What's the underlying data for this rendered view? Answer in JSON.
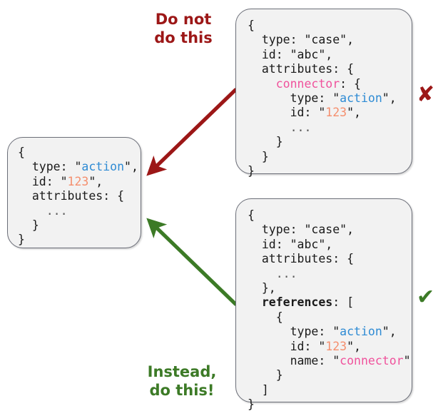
{
  "diagram": {
    "title_bad": "Do not\ndo this",
    "title_good": "Instead,\ndo this!",
    "mark_bad": "✘",
    "mark_good": "✔",
    "colors": {
      "bad": "#9c1717",
      "good": "#3c7a26",
      "box_fill": "#f2f2f2",
      "box_border": "#6b6e78",
      "string_blue": "#2e8bd4",
      "string_orange": "#f58f6e",
      "key_pink": "#f0529c",
      "text": "#1a1a1a"
    }
  },
  "boxes": {
    "target": {
      "name": "action-object",
      "lines": [
        "{",
        "  type: \"action\",",
        "  id: \"123\",",
        "  attributes: {",
        "    ...",
        "  }",
        "}"
      ]
    },
    "bad_example": {
      "name": "case-object-nested-connector",
      "lines": [
        "{",
        "  type: \"case\",",
        "  id: \"abc\",",
        "  attributes: {",
        "    connector: {",
        "      type: \"action\",",
        "      id: \"123\",",
        "      ...",
        "    }",
        "  }",
        "}"
      ]
    },
    "good_example": {
      "name": "case-object-with-references",
      "lines": [
        "{",
        "  type: \"case\",",
        "  id: \"abc\",",
        "  attributes: {",
        "    ...",
        "  },",
        "  references: [",
        "    {",
        "      type: \"action\",",
        "      id: \"123\",",
        "      name: \"connector\"",
        "    }",
        "  ]",
        "}"
      ]
    }
  }
}
